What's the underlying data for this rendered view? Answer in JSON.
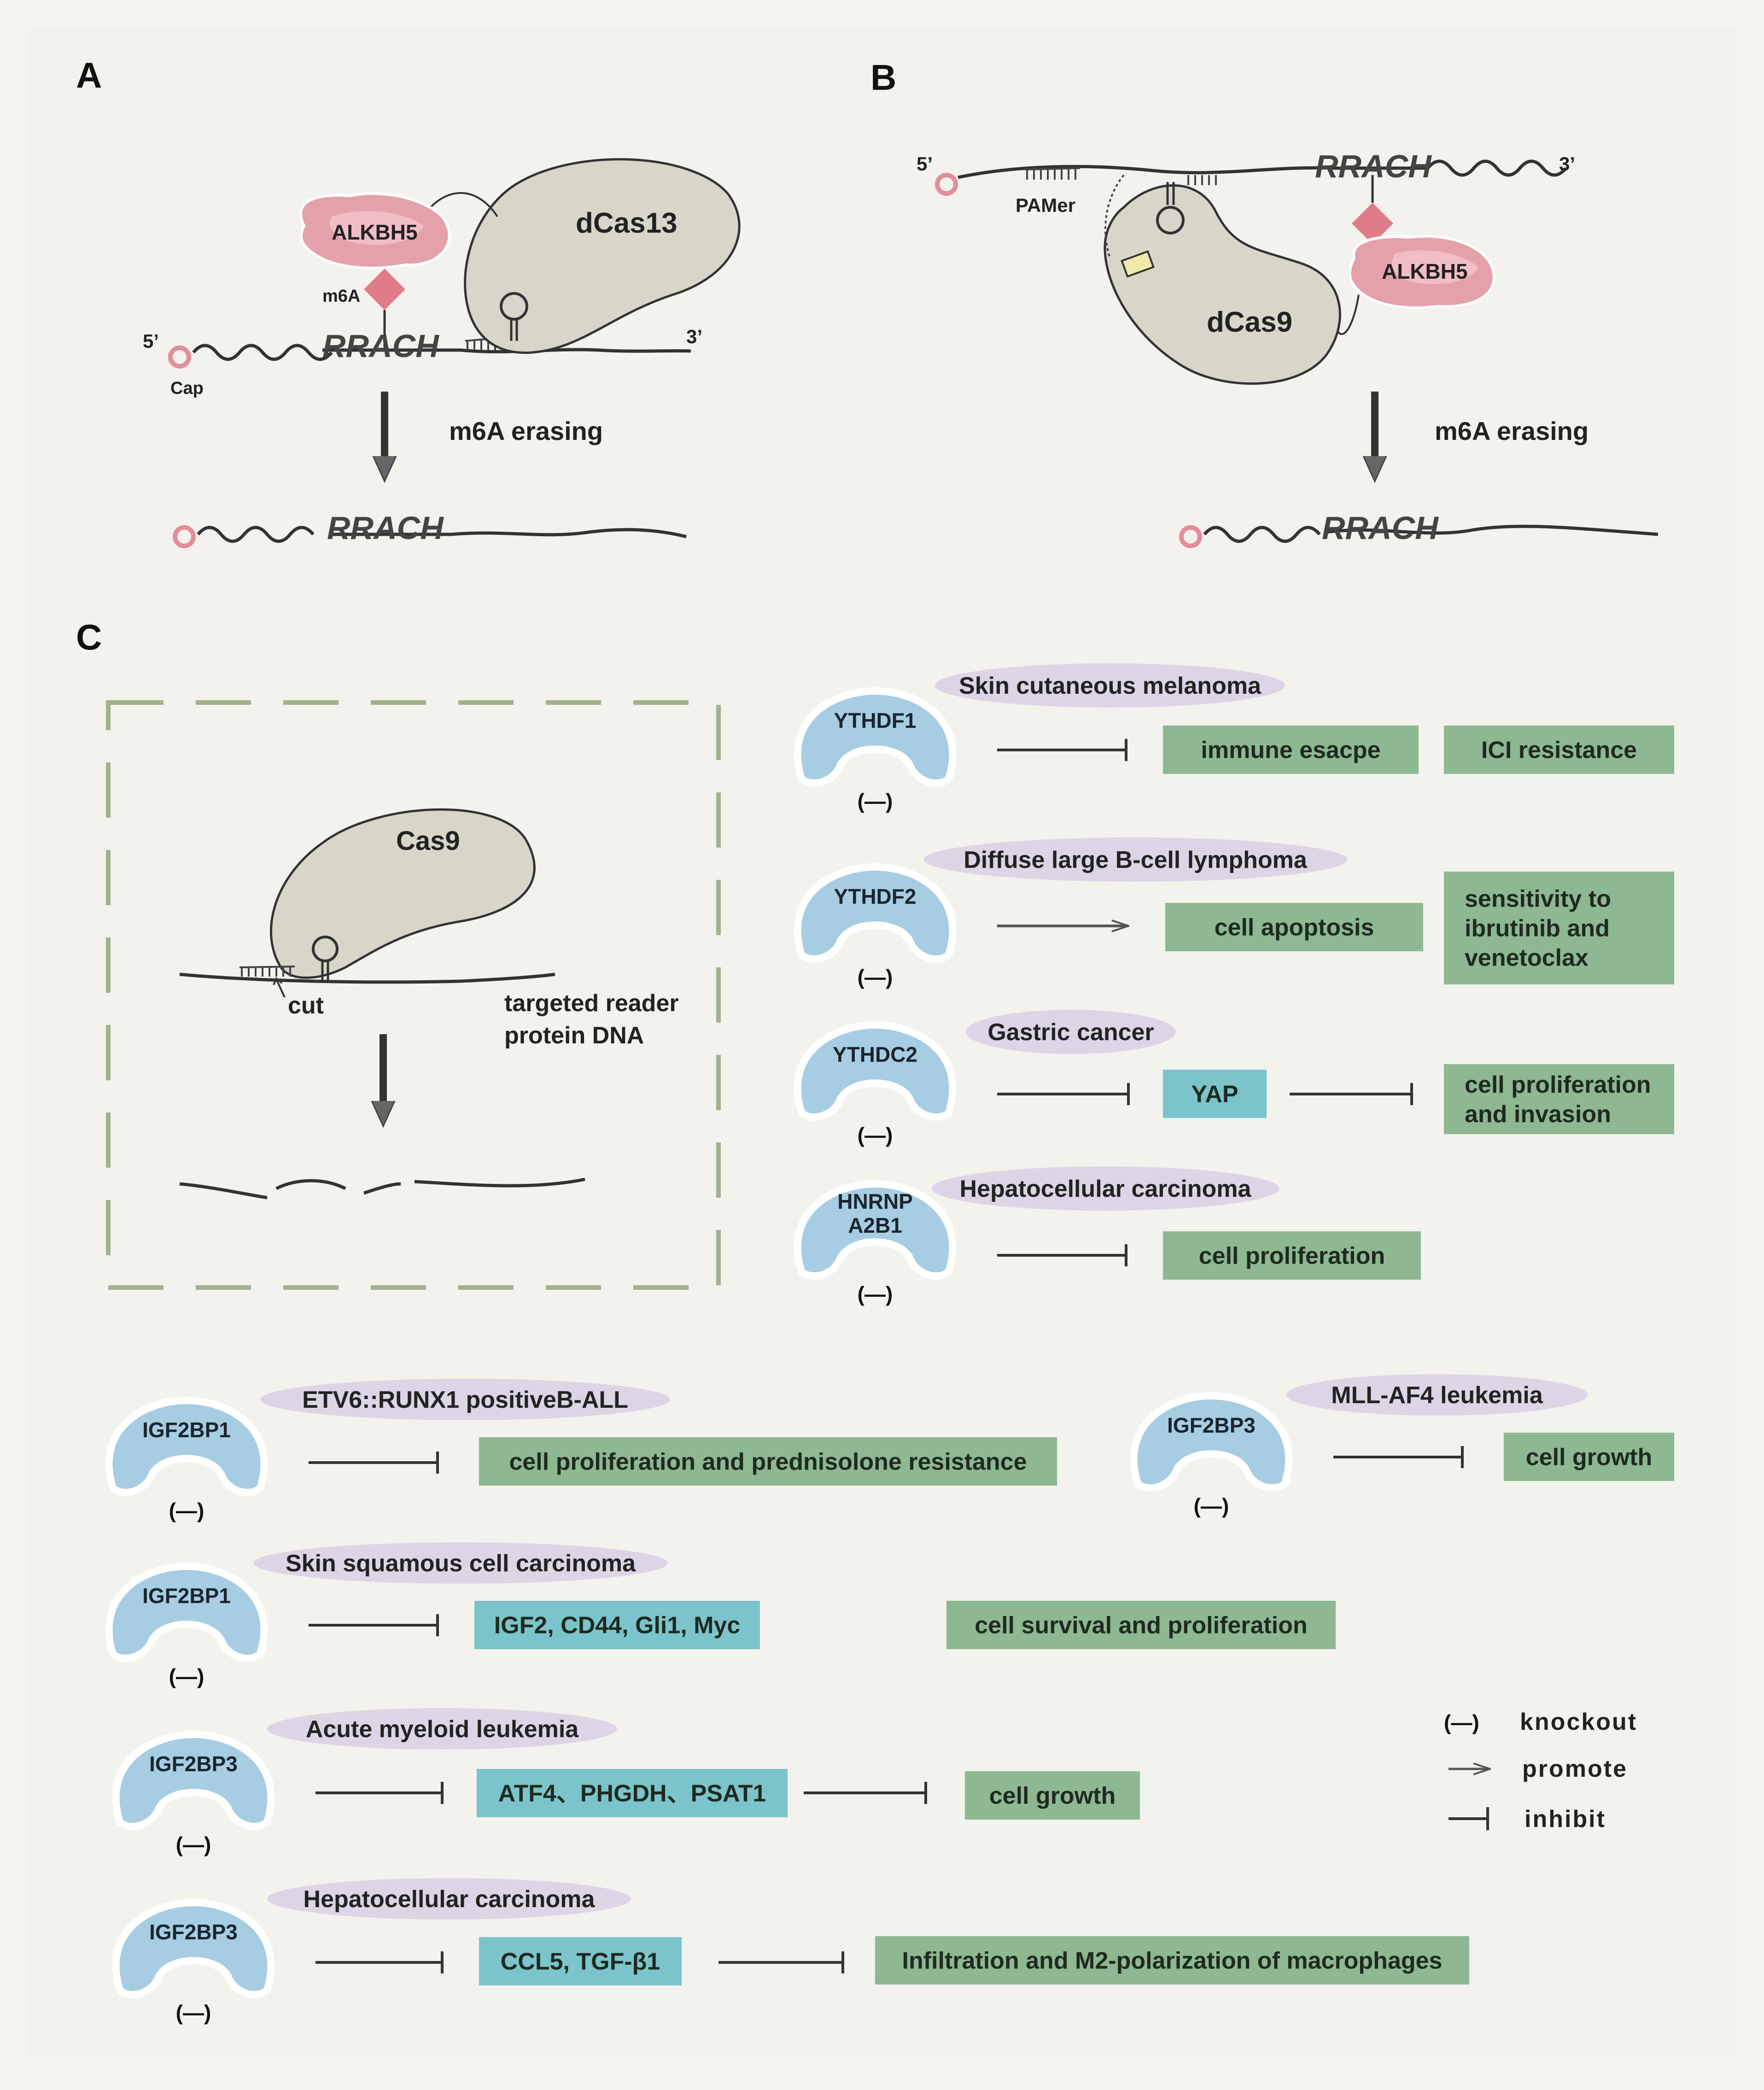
{
  "panels": {
    "A": "A",
    "B": "B",
    "C": "C"
  },
  "panel_a": {
    "alkbh5": "ALKBH5",
    "dcas13": "dCas13",
    "m6a": "m6A",
    "five_prime": "5’",
    "three_prime": "3’",
    "cap": "Cap",
    "motif": "RRACH",
    "arrow_label": "m6A erasing",
    "motif_after": "RRACH"
  },
  "panel_b": {
    "five_prime": "5’",
    "three_prime": "3’",
    "pamer": "PAMer",
    "motif": "RRACH",
    "dcas9": "dCas9",
    "alkbh5": "ALKBH5",
    "arrow_label": "m6A erasing",
    "motif_after": "RRACH"
  },
  "panel_c_box": {
    "cas9": "Cas9",
    "cut": "cut",
    "target_line1": "targeted reader",
    "target_line2": "protein DNA"
  },
  "rows": [
    {
      "disease": "Skin cutaneous melanoma",
      "protein": [
        "YTHDF1"
      ],
      "ko": "(—)",
      "relation": "inhibit",
      "targets": [
        {
          "kind": "outcome",
          "lines": [
            "immune esacpe"
          ]
        },
        {
          "kind": "outcome",
          "lines": [
            "ICI resistance"
          ]
        }
      ]
    },
    {
      "disease": "Diffuse large B-cell lymphoma",
      "protein": [
        "YTHDF2"
      ],
      "ko": "(—)",
      "relation": "promote",
      "targets": [
        {
          "kind": "outcome",
          "lines": [
            "cell apoptosis"
          ]
        },
        {
          "kind": "outcome",
          "lines": [
            "sensitivity to",
            "ibrutinib and",
            "venetoclax"
          ]
        }
      ]
    },
    {
      "disease": "Gastric cancer",
      "protein": [
        "YTHDC2"
      ],
      "ko": "(—)",
      "relation": "inhibit",
      "targets": [
        {
          "kind": "gene",
          "lines": [
            "YAP"
          ]
        },
        {
          "kind": "outcome",
          "lines": [
            "cell proliferation",
            "and invasion"
          ]
        }
      ]
    },
    {
      "disease": "Hepatocellular carcinoma",
      "protein": [
        "HNRNP",
        "A2B1"
      ],
      "ko": "(—)",
      "relation": "inhibit",
      "targets": [
        {
          "kind": "outcome",
          "lines": [
            "cell proliferation"
          ]
        }
      ]
    },
    {
      "disease": "ETV6::RUNX1 positiveB-ALL",
      "protein": [
        "IGF2BP1"
      ],
      "ko": "(—)",
      "relation": "inhibit",
      "targets": [
        {
          "kind": "outcome",
          "lines": [
            "cell proliferation and prednisolone resistance"
          ]
        }
      ]
    },
    {
      "disease": "MLL-AF4 leukemia",
      "protein": [
        "IGF2BP3"
      ],
      "ko": "(—)",
      "relation": "inhibit",
      "targets": [
        {
          "kind": "outcome",
          "lines": [
            "cell growth"
          ]
        }
      ]
    },
    {
      "disease": "Skin squamous cell carcinoma",
      "protein": [
        "IGF2BP1"
      ],
      "ko": "(—)",
      "relation": "inhibit",
      "targets": [
        {
          "kind": "gene",
          "lines": [
            "IGF2, CD44, Gli1, Myc"
          ]
        },
        {
          "kind": "outcome",
          "lines": [
            "cell survival and proliferation"
          ]
        }
      ]
    },
    {
      "disease": "Acute myeloid leukemia",
      "protein": [
        "IGF2BP3"
      ],
      "ko": "(—)",
      "relation": "inhibit",
      "targets": [
        {
          "kind": "gene",
          "lines": [
            "ATF4、PHGDH、PSAT1"
          ]
        },
        {
          "kind": "outcome",
          "lines": [
            "cell growth"
          ]
        }
      ]
    },
    {
      "disease": "Hepatocellular carcinoma",
      "protein": [
        "IGF2BP3"
      ],
      "ko": "(—)",
      "relation": "inhibit",
      "targets": [
        {
          "kind": "gene",
          "lines": [
            "CCL5, TGF-β1"
          ]
        },
        {
          "kind": "outcome",
          "lines": [
            "Infiltration and M2-polarization of macrophages"
          ]
        }
      ]
    }
  ],
  "legend": [
    {
      "symbol": "(—)",
      "label": "knockout"
    },
    {
      "symbol": "promote-arrow",
      "label": "promote"
    },
    {
      "symbol": "inhibit-bar",
      "label": "inhibit"
    }
  ],
  "colors": {
    "background": "#f5f4f0",
    "outcome_box": "#8db892",
    "gene_box": "#7bc4cc",
    "disease_oval": "#dcd5e6",
    "reader_protein": "#a7cde2",
    "alkbh5": "#e4a1aa",
    "cas_protein": "#d8d6c8",
    "dashed_frame": "#a3b18e"
  }
}
